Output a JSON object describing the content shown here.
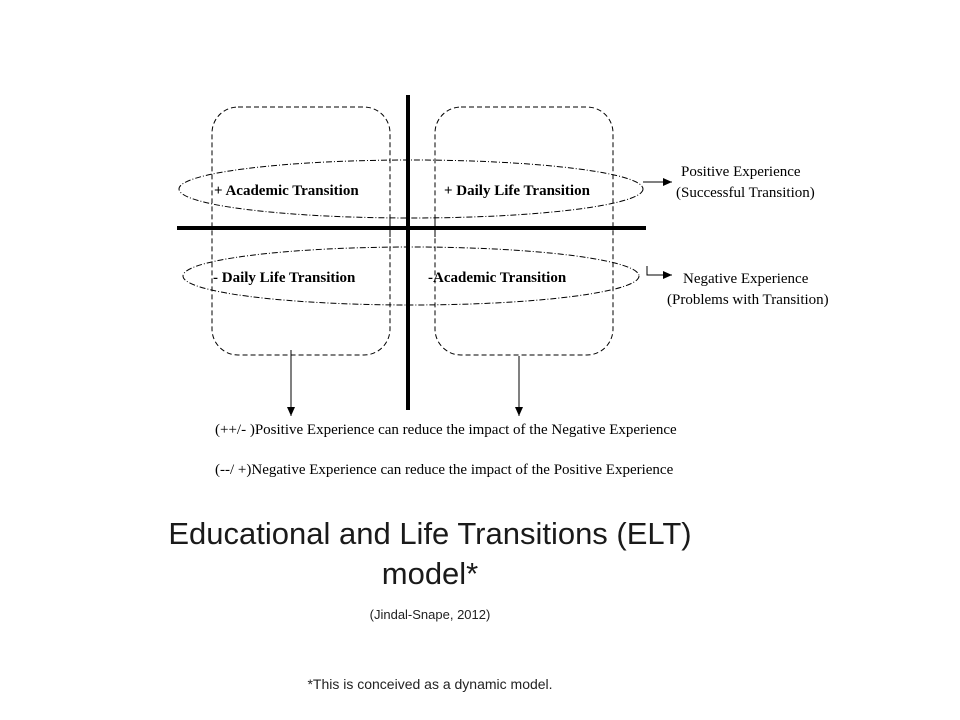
{
  "diagram": {
    "top_left": "+ Academic Transition",
    "top_right": "+ Daily Life Transition",
    "bottom_left": "- Daily Life Transition",
    "bottom_right": "-Academic Transition",
    "positive_line1": "Positive Experience",
    "positive_line2": "(Successful Transition)",
    "negative_line1": "Negative Experience",
    "negative_line2": "(Problems with Transition)",
    "note1": "(++/- )Positive Experience can reduce the impact of the Negative Experience",
    "note2": "(--/ +)Negative Experience can reduce the impact of the Positive Experience"
  },
  "title_line1": "Educational and Life Transitions (ELT)",
  "title_line2": "model*",
  "citation": "(Jindal-Snape, 2012)",
  "footnote": "*This is conceived as a dynamic model."
}
